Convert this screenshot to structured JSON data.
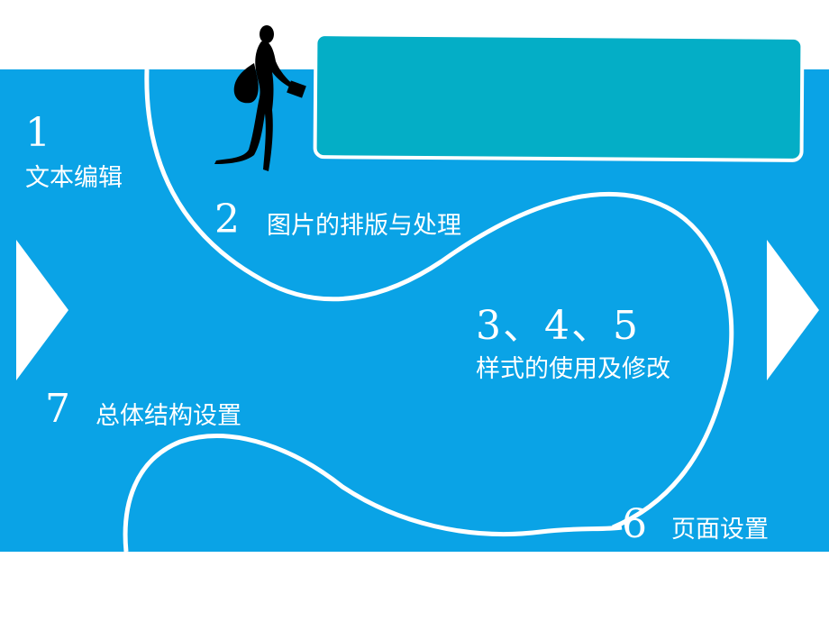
{
  "colors": {
    "band": "#0aa3e6",
    "title_box": "#04aec6",
    "path": "#ffffff"
  },
  "icons": {
    "figure": "walking-woman-silhouette-icon",
    "prev": "triangle-left-arrow-icon",
    "next": "triangle-right-arrow-icon"
  },
  "title_box": {
    "text": ""
  },
  "steps": [
    {
      "num": "1",
      "label": "文本编辑"
    },
    {
      "num": "2",
      "label": "图片的排版与处理"
    },
    {
      "num": "3、4、5",
      "label": "样式的使用及修改"
    },
    {
      "num": "6",
      "label": "页面设置"
    },
    {
      "num": "7",
      "label": "总体结构设置"
    }
  ]
}
